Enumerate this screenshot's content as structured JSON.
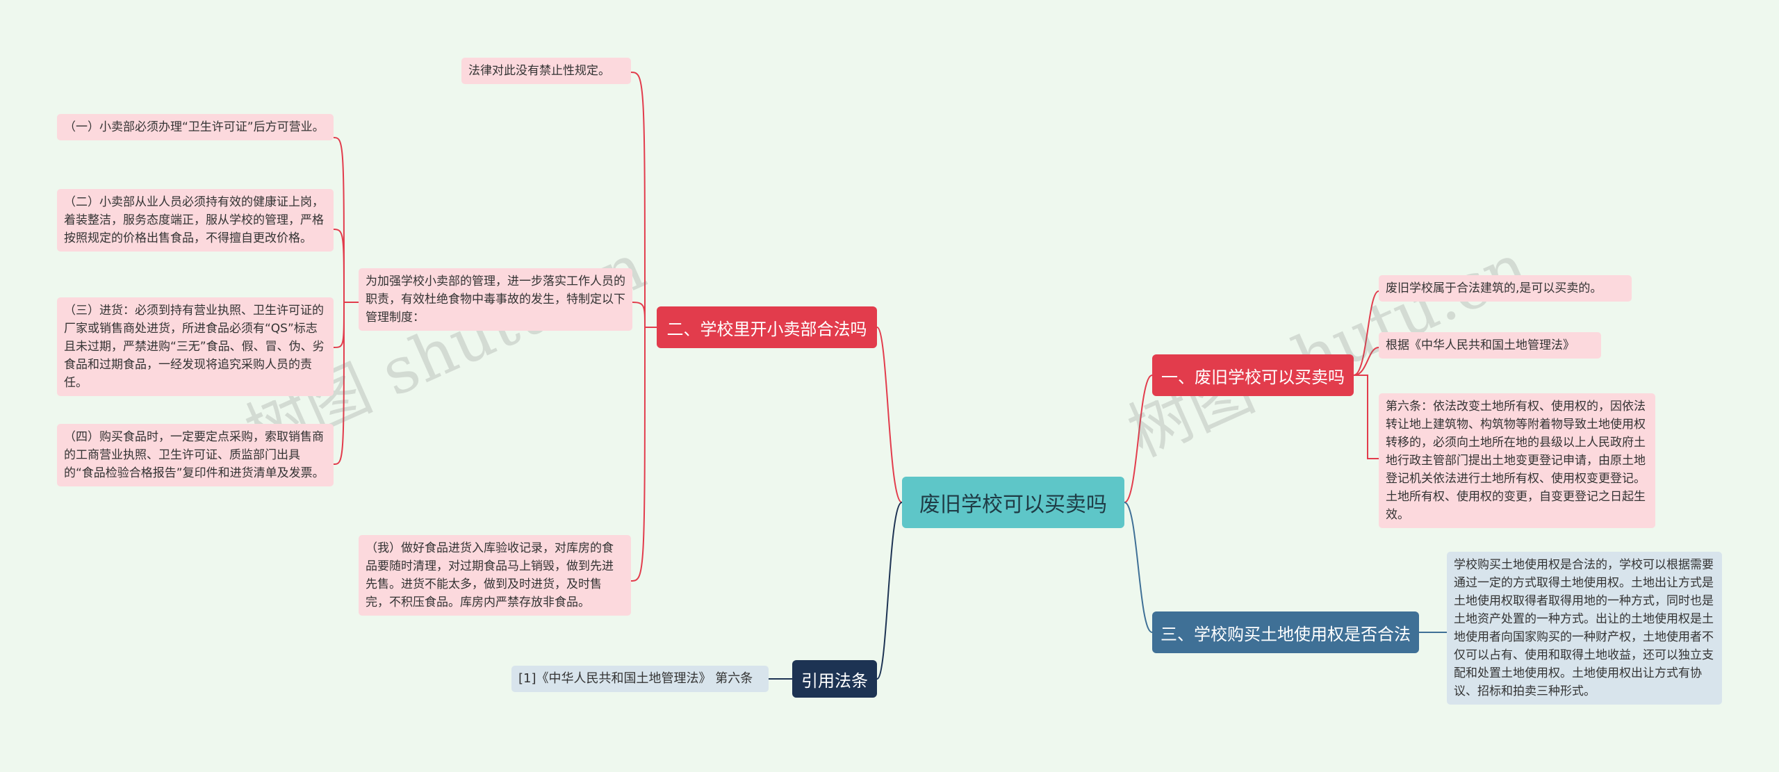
{
  "center": {
    "label": "废旧学校可以买卖吗"
  },
  "branches": {
    "b1": {
      "label": "一、废旧学校可以买卖吗",
      "leaves": [
        "废旧学校属于合法建筑的,是可以买卖的。",
        "根据《中华人民共和国土地管理法》",
        "第六条：依法改变土地所有权、使用权的，因依法转让地上建筑物、构筑物等附着物导致土地使用权转移的，必须向土地所在地的县级以上人民政府土地行政主管部门提出土地变更登记申请，由原土地登记机关依法进行土地所有权、使用权变更登记。土地所有权、使用权的变更，自变更登记之日起生效。"
      ]
    },
    "b2": {
      "label": "二、学校里开小卖部合法吗",
      "leaves": {
        "law": "法律对此没有禁止性规定。",
        "intro": "为加强学校小卖部的管理，进一步落实工作人员的职责，有效杜绝食物中毒事故的发生，特制定以下管理制度：",
        "store": "（我）做好食品进货入库验收记录，对库房的食品要随时清理，对过期食品马上销毁，做到先进先售。进货不能太多，做到及时进货，及时售完，不积压食品。库房内严禁存放非食品。"
      },
      "rules": [
        "（一）小卖部必须办理“卫生许可证”后方可营业。",
        "（二）小卖部从业人员必须持有效的健康证上岗，着装整洁，服务态度端正，服从学校的管理，严格按照规定的价格出售食品，不得擅自更改价格。",
        "（三）进货：必须到持有营业执照、卫生许可证的厂家或销售商处进货，所进食品必须有“QS”标志且未过期，严禁进购“三无”食品、假、冒、伪、劣食品和过期食品，一经发现将追究采购人员的责任。",
        "（四）购买食品时，一定要定点采购，索取销售商的工商营业执照、卫生许可证、质监部门出具的“食品检验合格报告”复印件和进货清单及发票。"
      ]
    },
    "b3": {
      "label": "三、学校购买土地使用权是否合法",
      "leaves": [
        "学校购买土地使用权是合法的，学校可以根据需要通过一定的方式取得土地使用权。土地出让方式是土地使用权取得者取得用地的一种方式，同时也是土地资产处置的一种方式。出让的土地使用权是土地使用者向国家购买的一种财产权，土地使用者不仅可以占有、使用和取得土地收益，还可以独立支配和处置土地使用权。土地使用权出让方式有协议、招标和拍卖三种形式。"
      ]
    },
    "b4": {
      "label": "引用法条",
      "leaves": [
        "[1]《中华人民共和国土地管理法》 第六条"
      ]
    }
  },
  "watermarks": [
    "树图 shutu.cn",
    "树图 shutu.cn"
  ],
  "colors": {
    "background": "#eef8ee",
    "center": "#5ec6c8",
    "red_branch": "#e23c4c",
    "blue_branch": "#3f7096",
    "navy_branch": "#1d3353",
    "pink_leaf": "#fcd9dd",
    "blue_leaf": "#d8e4ec"
  }
}
